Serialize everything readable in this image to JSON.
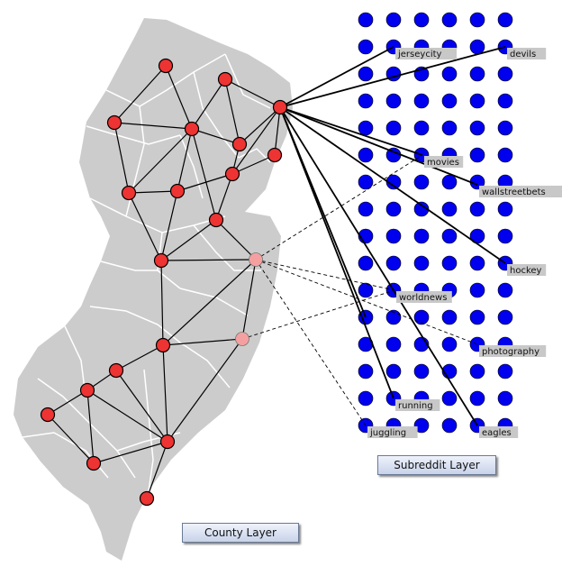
{
  "layers": {
    "county": "County Layer",
    "subreddit": "Subreddit Layer"
  },
  "colors": {
    "map_fill": "#cccccc",
    "county_border": "#ffffff",
    "node_fill": "#ee3333",
    "node_highlight": "#f4a0a0",
    "grid_dot": "#0000ee",
    "label_bg": "#c8c8c8"
  },
  "subreddit_labels": [
    "jerseycity",
    "devils",
    "movies",
    "wallstreetbets",
    "hockey",
    "worldnews",
    "photography",
    "running",
    "juggling",
    "eagles"
  ]
}
